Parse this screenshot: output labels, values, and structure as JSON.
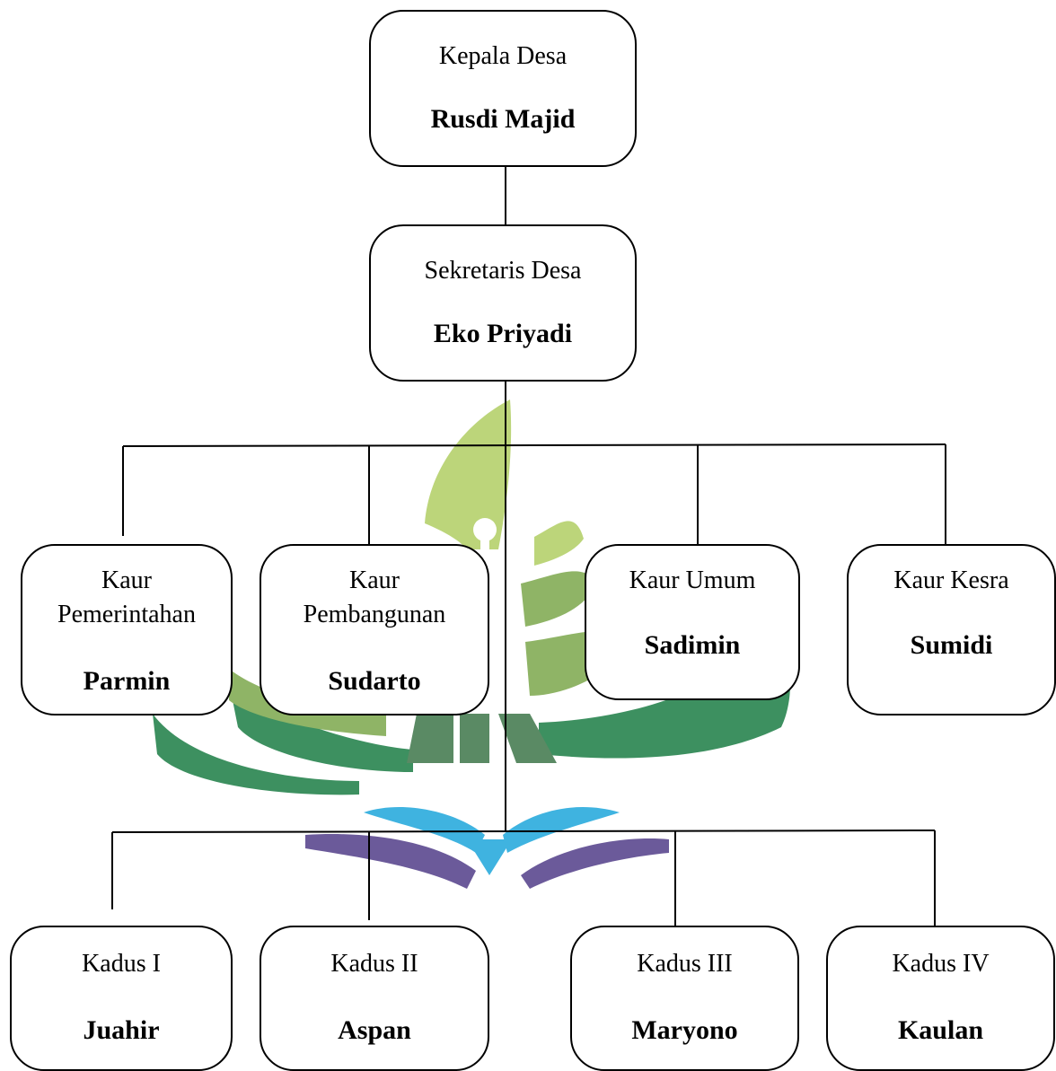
{
  "kepala_desa": {
    "role": "Kepala Desa",
    "name": "Rusdi Majid"
  },
  "sekretaris_desa": {
    "role": "Sekretaris Desa",
    "name": "Eko Priyadi"
  },
  "kaur": [
    {
      "role": "Kaur\nPemerintahan",
      "name": "Parmin"
    },
    {
      "role": "Kaur\nPembangunan",
      "name": "Sudarto"
    },
    {
      "role": "Kaur Umum",
      "name": "Sadimin"
    },
    {
      "role": "Kaur Kesra",
      "name": "Sumidi"
    }
  ],
  "kadus": [
    {
      "role": "Kadus I",
      "name": "Juahir"
    },
    {
      "role": "Kadus II",
      "name": "Aspan"
    },
    {
      "role": "Kadus III",
      "name": "Maryono"
    },
    {
      "role": "Kadus IV",
      "name": "Kaulan"
    }
  ],
  "watermark_colors": {
    "light_green": "#bcd57a",
    "mid_green": "#8fb466",
    "dark_green": "#3d9060",
    "letter_green": "#5a8a64",
    "blue": "#3fb3e0",
    "purple": "#6b5a9a"
  }
}
